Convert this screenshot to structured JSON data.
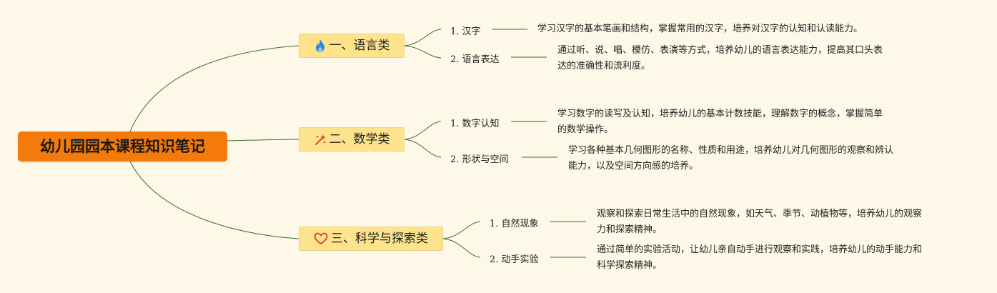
{
  "root": {
    "label": "幼儿园园本课程知识笔记"
  },
  "colors": {
    "background": "#fdf8e8",
    "root": "#f47a0b",
    "branch": "#fde38c",
    "line": "#3d6b2f"
  },
  "branches": [
    {
      "label": "一、语言类",
      "icon": "fire-icon",
      "items": [
        {
          "title": "1. 汉字",
          "desc": [
            "学习汉字的基本笔画和结构，掌握常用的汉字，培养对汉字的认知和认读能力。"
          ]
        },
        {
          "title": "2. 语言表达",
          "desc": [
            "通过听、说、唱、模仿、表演等方式，培养幼儿的语言表达能力，提高其口头表",
            "达的准确性和流利度。"
          ]
        }
      ]
    },
    {
      "label": "二、数学类",
      "icon": "magic-wand-icon",
      "items": [
        {
          "title": "1. 数字认知",
          "desc": [
            "学习数字的读写及认知，培养幼儿的基本计数技能，理解数字的概念，掌握简单",
            "的数学操作。"
          ]
        },
        {
          "title": "2. 形状与空间",
          "desc": [
            "学习各种基本几何图形的名称、性质和用途，培养幼儿对几何图形的观察和辨认",
            "能力，以及空间方向感的培养。"
          ]
        }
      ]
    },
    {
      "label": "三、科学与探索类",
      "icon": "heart-icon",
      "items": [
        {
          "title": "1. 自然现象",
          "desc": [
            "观察和探索日常生活中的自然现象，如天气、季节、动植物等，培养幼儿的观察",
            "力和探索精神。"
          ]
        },
        {
          "title": "2. 动手实验",
          "desc": [
            "通过简单的实验活动，让幼儿亲自动手进行观察和实践，培养幼儿的动手能力和",
            "科学探索精神。"
          ]
        }
      ]
    }
  ]
}
